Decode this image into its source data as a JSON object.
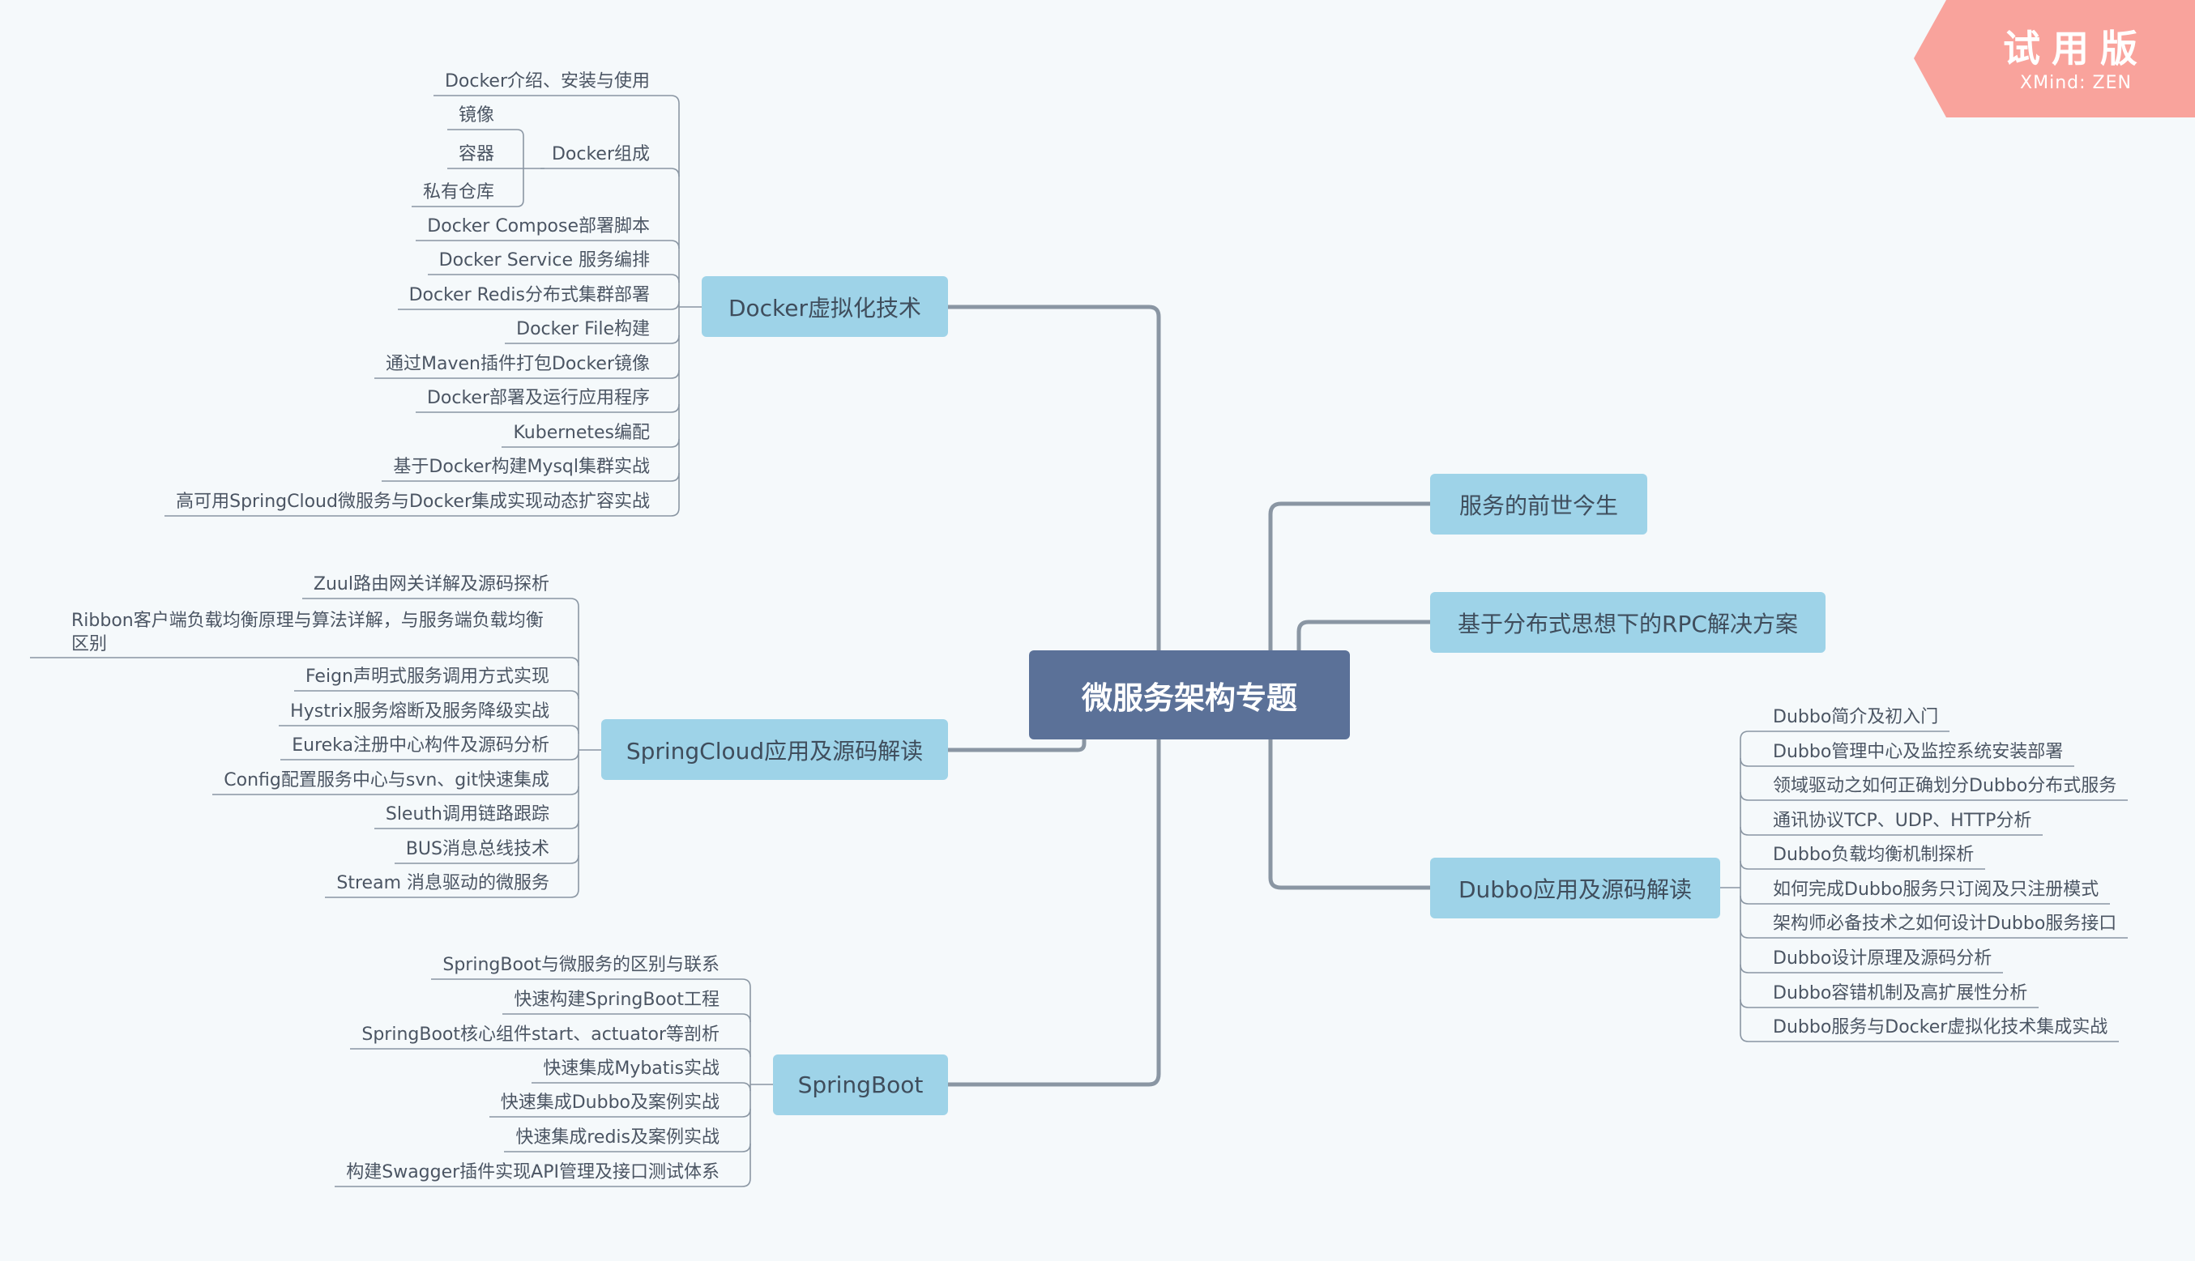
{
  "root": {
    "label": "微服务架构专题"
  },
  "branches": [
    {
      "id": "docker",
      "label": "Docker虚拟化技术",
      "items": [
        {
          "label": "Docker介绍、安装与使用"
        },
        {
          "label": "Docker组成",
          "items": [
            {
              "label": "镜像"
            },
            {
              "label": "容器"
            },
            {
              "label": "私有仓库"
            }
          ]
        },
        {
          "label": "Docker Compose部署脚本"
        },
        {
          "label": "Docker Service 服务编排"
        },
        {
          "label": "Docker Redis分布式集群部署"
        },
        {
          "label": "Docker File构建"
        },
        {
          "label": "通过Maven插件打包Docker镜像"
        },
        {
          "label": "Docker部署及运行应用程序"
        },
        {
          "label": "Kubernetes编配"
        },
        {
          "label": "基于Docker构建Mysql集群实战"
        },
        {
          "label": "高可用SpringCloud微服务与Docker集成实现动态扩容实战"
        }
      ]
    },
    {
      "id": "springcloud",
      "label": "SpringCloud应用及源码解读",
      "items": [
        {
          "label": "Zuul路由网关详解及源码探析"
        },
        {
          "label": "Ribbon客户端负载均衡原理与算法详解，与服务端负载均衡区别"
        },
        {
          "label": "Feign声明式服务调用方式实现"
        },
        {
          "label": "Hystrix服务熔断及服务降级实战"
        },
        {
          "label": "Eureka注册中心构件及源码分析"
        },
        {
          "label": "Config配置服务中心与svn、git快速集成"
        },
        {
          "label": "Sleuth调用链路跟踪"
        },
        {
          "label": "BUS消息总线技术"
        },
        {
          "label": "Stream 消息驱动的微服务"
        }
      ]
    },
    {
      "id": "springboot",
      "label": "SpringBoot",
      "items": [
        {
          "label": "SpringBoot与微服务的区别与联系"
        },
        {
          "label": "快速构建SpringBoot工程"
        },
        {
          "label": "SpringBoot核心组件start、actuator等剖析"
        },
        {
          "label": "快速集成Mybatis实战"
        },
        {
          "label": "快速集成Dubbo及案例实战"
        },
        {
          "label": "快速集成redis及案例实战"
        },
        {
          "label": "构建Swagger插件实现API管理及接口测试体系"
        }
      ]
    },
    {
      "id": "history",
      "label": "服务的前世今生",
      "items": []
    },
    {
      "id": "rpc",
      "label": "基于分布式思想下的RPC解决方案",
      "items": []
    },
    {
      "id": "dubbo",
      "label": "Dubbo应用及源码解读",
      "items": [
        {
          "label": "Dubbo简介及初入门"
        },
        {
          "label": "Dubbo管理中心及监控系统安装部署"
        },
        {
          "label": "领域驱动之如何正确划分Dubbo分布式服务"
        },
        {
          "label": "通讯协议TCP、UDP、HTTP分析"
        },
        {
          "label": "Dubbo负载均衡机制探析"
        },
        {
          "label": "如何完成Dubbo服务只订阅及只注册模式"
        },
        {
          "label": "架构师必备技术之如何设计Dubbo服务接口"
        },
        {
          "label": "Dubbo设计原理及源码分析"
        },
        {
          "label": "Dubbo容错机制及高扩展性分析"
        },
        {
          "label": "Dubbo服务与Docker虚拟化技术集成实战"
        }
      ]
    }
  ],
  "watermark": {
    "title": "试用版",
    "subtitle": "XMind: ZEN",
    "color": "#f9a39c"
  },
  "colors": {
    "root": "#5b7198",
    "main": "#9ed3e8",
    "line": "#8a96a3",
    "background": "#f5f9fb"
  }
}
